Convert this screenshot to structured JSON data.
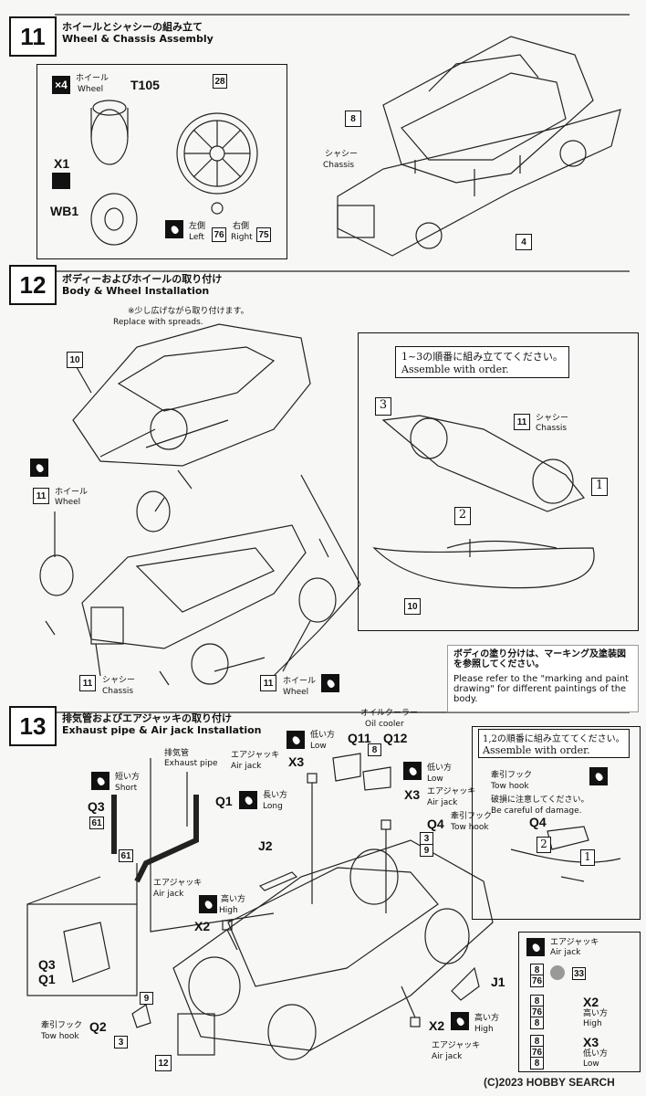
{
  "step11": {
    "num": "11",
    "title_jp": "ホイールとシャシーの組み立て",
    "title_en": "Wheel & Chassis Assembly",
    "qty": "×4",
    "wheel_jp": "ホイール",
    "wheel_en": "Wheel",
    "tire_part": "T105",
    "x1": "X1",
    "wb1": "WB1",
    "paint_28": "28",
    "left_jp": "左側",
    "left_en": "Left",
    "left_code": "76",
    "right_jp": "右側",
    "right_en": "Right",
    "right_code": "75",
    "part8": "8",
    "chassis_jp": "シャシー",
    "chassis_en": "Chassis",
    "part4": "4"
  },
  "step12": {
    "num": "12",
    "title_jp": "ボディーおよびホイールの取り付け",
    "title_en": "Body & Wheel Installation",
    "spread_jp": "※少し広げながら取り付けます。",
    "spread_en": "Replace with spreads.",
    "part10": "10",
    "order_jp": "1~3の順番に組み立ててください。",
    "order_en": "Assemble with order.",
    "n1": "1",
    "n2": "2",
    "n3": "3",
    "part11": "11",
    "chassis_jp": "シャシー",
    "chassis_en": "Chassis",
    "wheel_jp": "ホイール",
    "wheel_en": "Wheel",
    "note_jp": "ボディの塗り分けは、マーキング及塗装図を参照してください。",
    "note_en": "Please refer to the \"marking and paint drawing\" for different paintings of the body."
  },
  "step13": {
    "num": "13",
    "title_jp": "排気管およびエアジャッキの取り付け",
    "title_en": "Exhaust pipe & Air jack Installation",
    "exhaust_jp": "排気管",
    "exhaust_en": "Exhaust pipe",
    "short_jp": "短い方",
    "short_en": "Short",
    "long_jp": "長い方",
    "long_en": "Long",
    "low_jp": "低い方",
    "low_en": "Low",
    "high_jp": "高い方",
    "high_en": "High",
    "q1": "Q1",
    "q2": "Q2",
    "q3": "Q3",
    "q4": "Q4",
    "q11": "Q11",
    "q12": "Q12",
    "x2": "X2",
    "x3": "X3",
    "j1": "J1",
    "j2": "J2",
    "c61": "61",
    "c3": "3",
    "c8": "8",
    "c9": "9",
    "c12": "12",
    "c33": "33",
    "c76": "76",
    "oil_jp": "オイルクーラー",
    "oil_en": "Oil cooler",
    "airjack_jp": "エアジャッキ",
    "airjack_en": "Air jack",
    "towhook_jp": "牽引フック",
    "towhook_en": "Tow hook",
    "order_jp": "1,2の順番に組み立ててください。",
    "order_en": "Assemble with order.",
    "damage_jp": "破損に注意してください。",
    "damage_en": "Be careful of damage.",
    "n1": "1",
    "n2": "2"
  },
  "watermark": "(C)2023 HOBBY SEARCH"
}
